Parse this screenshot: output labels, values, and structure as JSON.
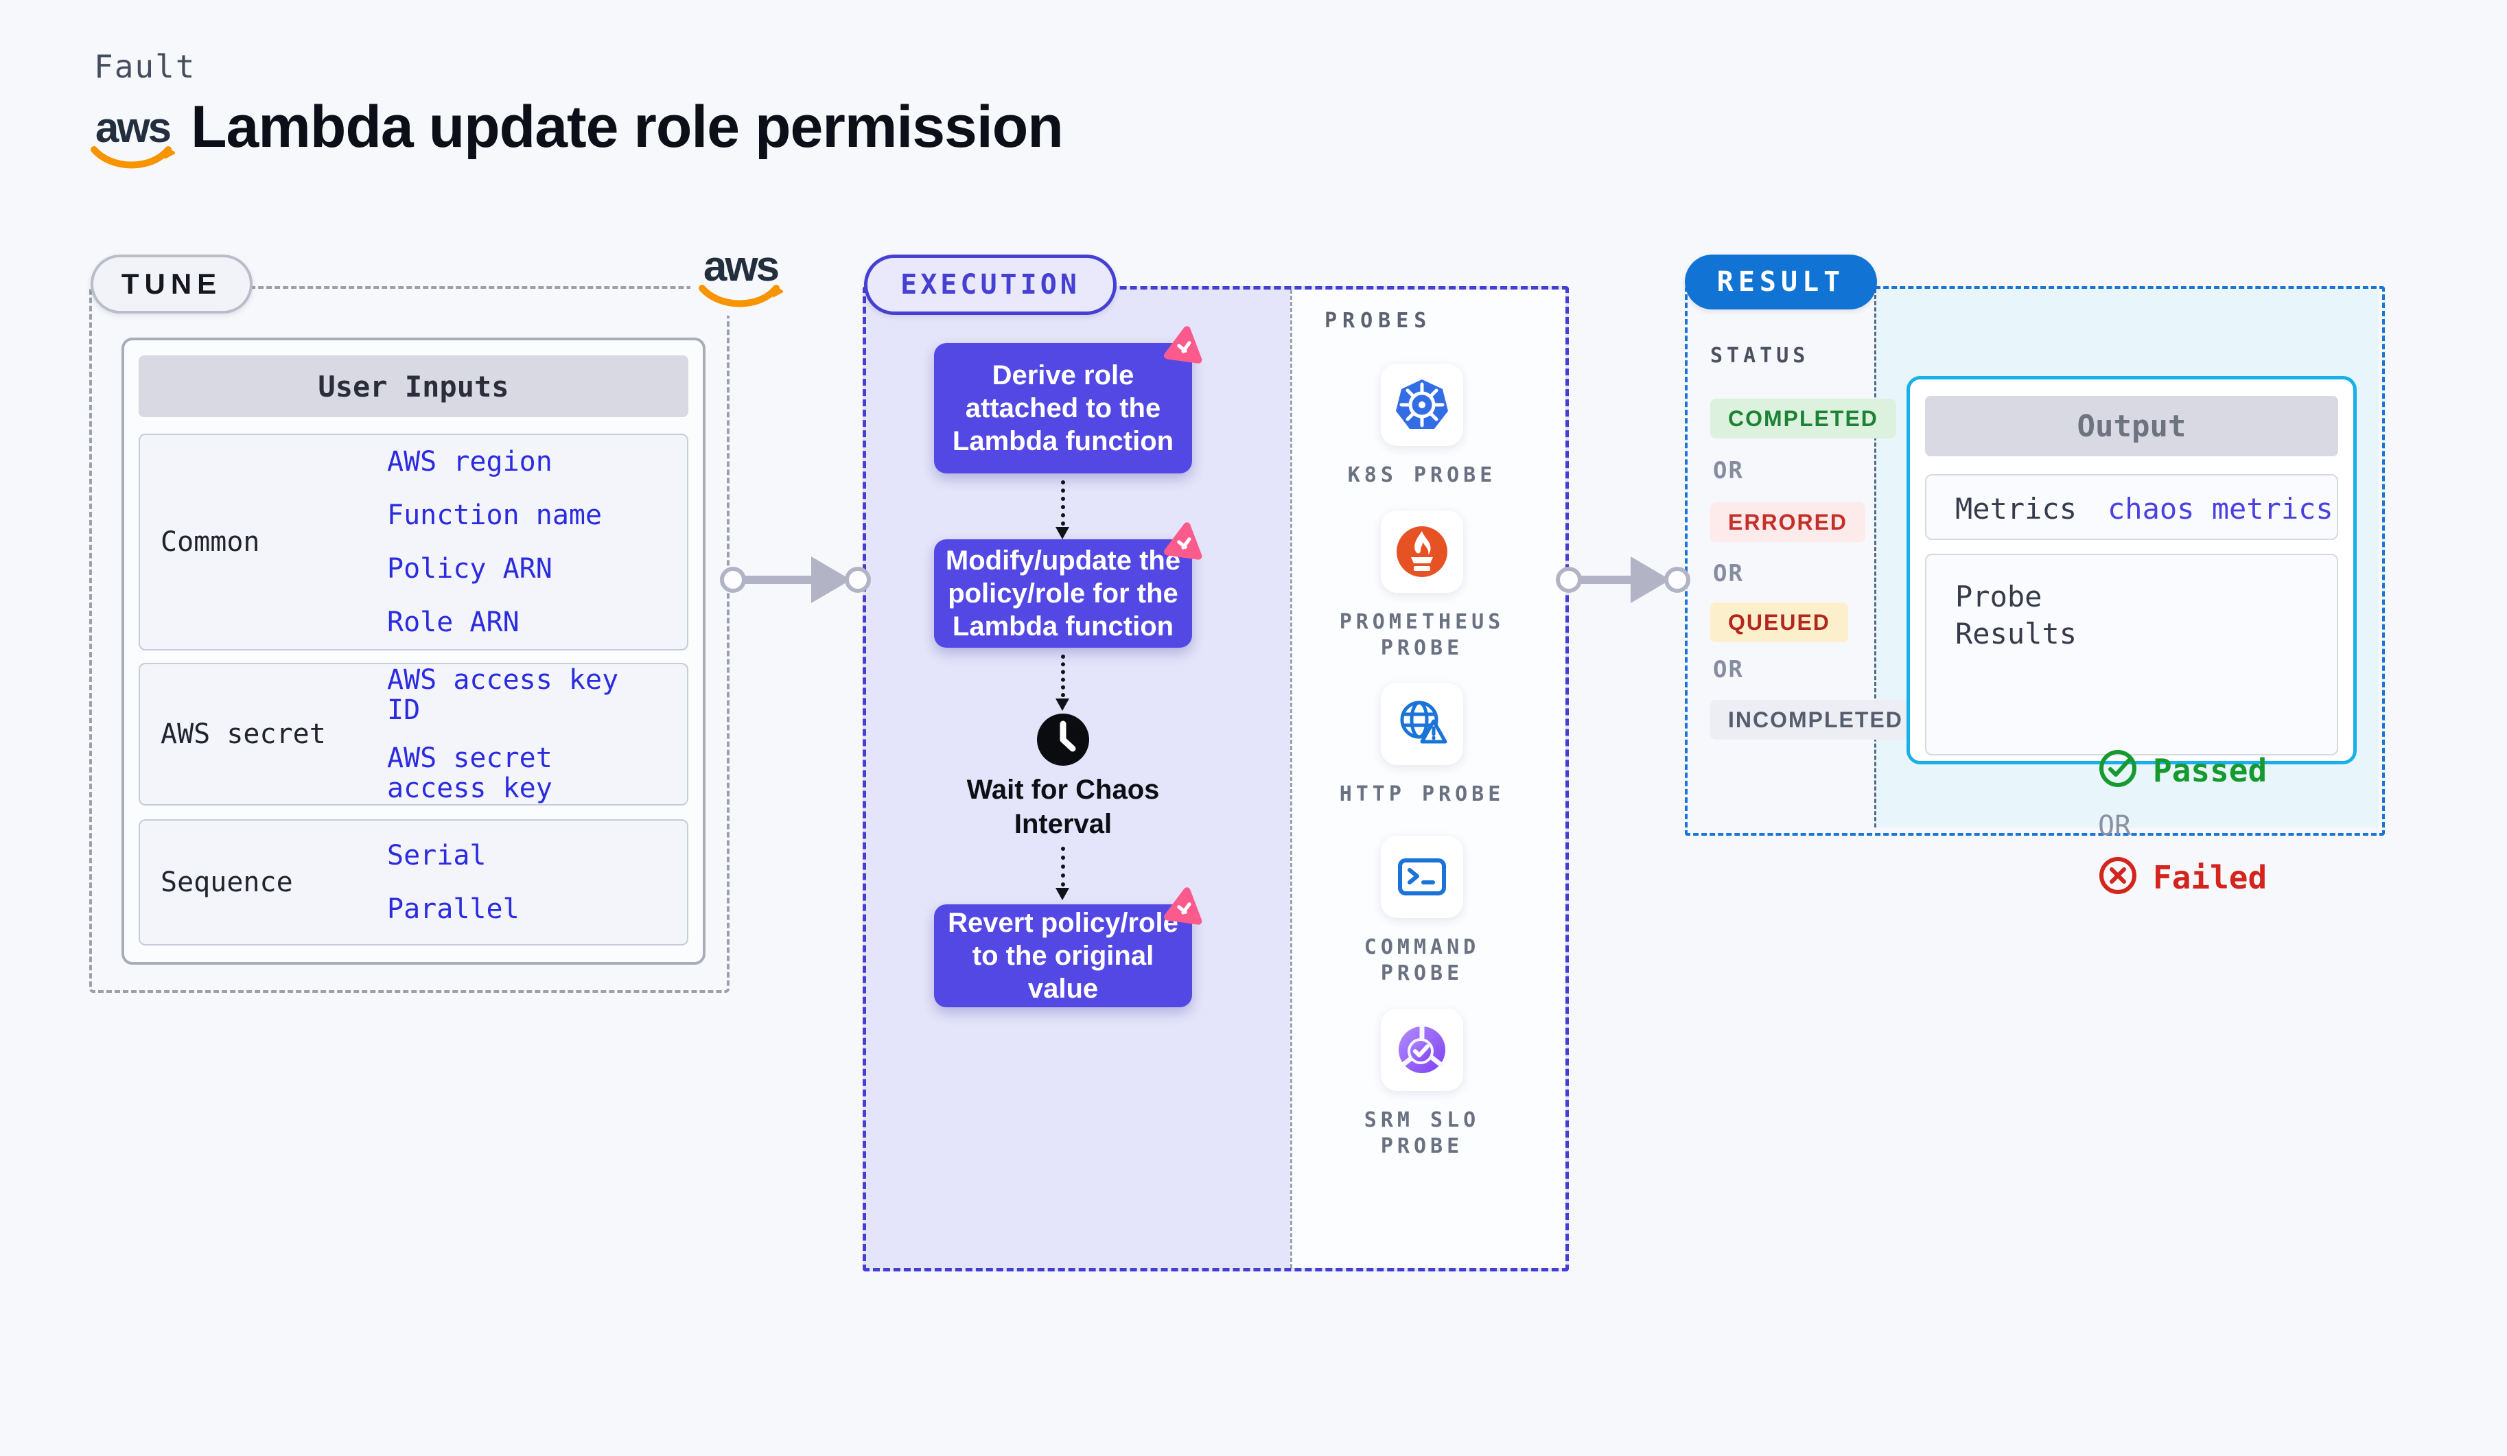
{
  "header": {
    "eyebrow": "Fault",
    "title": "Lambda update role permission"
  },
  "brand": {
    "aws_text": "aws"
  },
  "tune": {
    "pill": "TUNE",
    "user_inputs": {
      "title": "User Inputs",
      "rows": [
        {
          "label": "Common",
          "values": [
            "AWS region",
            "Function name",
            "Policy ARN",
            "Role ARN"
          ]
        },
        {
          "label": "AWS secret",
          "values": [
            "AWS access key ID",
            "AWS secret access key"
          ]
        },
        {
          "label": "Sequence",
          "values": [
            "Serial",
            "Parallel"
          ]
        }
      ]
    }
  },
  "execution": {
    "pill": "EXECUTION",
    "steps": [
      "Derive role attached to the Lambda function",
      "Modify/update the policy/role for the Lambda function",
      "Revert policy/role to the original value"
    ],
    "wait_label": "Wait for Chaos Interval",
    "probes": {
      "title": "PROBES",
      "items": [
        {
          "name": "k8s-probe",
          "lines": [
            "K8S PROBE"
          ]
        },
        {
          "name": "prometheus-probe",
          "lines": [
            "PROMETHEUS",
            "PROBE"
          ]
        },
        {
          "name": "http-probe",
          "lines": [
            "HTTP PROBE"
          ]
        },
        {
          "name": "command-probe",
          "lines": [
            "COMMAND",
            "PROBE"
          ]
        },
        {
          "name": "srm-slo-probe",
          "lines": [
            "SRM SLO",
            "PROBE"
          ]
        }
      ]
    }
  },
  "result": {
    "pill": "RESULT",
    "status": {
      "title": "STATUS",
      "or": "OR",
      "badges": [
        {
          "label": "COMPLETED",
          "fg": "#1d8234",
          "bg": "#dcf2de"
        },
        {
          "label": "ERRORED",
          "fg": "#c62f28",
          "bg": "#fcebea"
        },
        {
          "label": "QUEUED",
          "fg": "#b3271e",
          "bg": "#fcf0cc"
        },
        {
          "label": "INCOMPLETED",
          "fg": "#555d6e",
          "bg": "#eceef4"
        }
      ]
    },
    "output": {
      "title": "Output",
      "metrics_label": "Metrics",
      "metrics_value": "chaos metrics",
      "probe_results_label": "Probe Results",
      "passed": "Passed",
      "or": "OR",
      "failed": "Failed"
    }
  },
  "colors": {
    "page_bg": "#f7f8fb",
    "accent_indigo": "#5348e3",
    "execution_border": "#443ed2",
    "execution_bg": "#e4e4fa",
    "result_blue": "#1173d4",
    "output_border_cyan": "#17b0e8",
    "result_panel_bg": "#e8f6fc",
    "link_blue": "#4b40e2",
    "value_blue": "#2b2be0",
    "aws_orange": "#f79400",
    "chaos_pink": "#fb5a8c",
    "passed_green": "#169a2f",
    "failed_red": "#d3251d",
    "k8s_blue": "#326de6",
    "prometheus_orange": "#e75225"
  }
}
